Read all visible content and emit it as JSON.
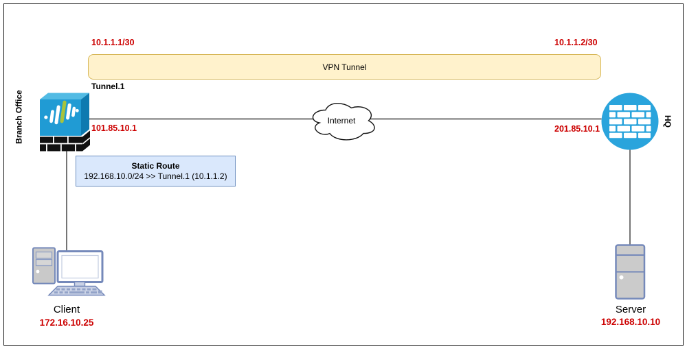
{
  "vpn_tunnel": {
    "left_ip": "10.1.1.1/30",
    "right_ip": "10.1.1.2/30",
    "label": "VPN Tunnel",
    "interface": "Tunnel.1",
    "fill": "#FFF2CC",
    "border": "#D6B656"
  },
  "branch": {
    "name": "Branch Office",
    "wan_ip": "101.85.10.1"
  },
  "hq": {
    "name": "HQ",
    "wan_ip": "201.85.10.1",
    "icon_color": "#2AA4DC"
  },
  "internet": {
    "label": "Internet"
  },
  "static_route": {
    "title": "Static Route",
    "rule": "192.168.10.0/24 >> Tunnel.1 (10.1.1.2)",
    "fill": "#DAE8FC",
    "border": "#6C8EBF"
  },
  "client": {
    "label": "Client",
    "ip": "172.16.10.25"
  },
  "server": {
    "label": "Server",
    "ip": "192.168.10.10"
  },
  "colors": {
    "ip_text": "#CC0000",
    "line": "#3b3b3b",
    "firewall_front": "#209BD4",
    "firewall_top": "#52BBE4",
    "firewall_side": "#0E7AB0",
    "firewall_green_bar": "#A9C33C",
    "device_gray": "#C9C9C9",
    "device_border": "#7589BA"
  },
  "icons": {
    "branch": "firewall-3d-brick-icon",
    "hq": "brick-wall-circle-firewall-icon",
    "internet": "cloud-icon",
    "client": "desktop-computer-icon",
    "server": "server-tower-icon"
  }
}
